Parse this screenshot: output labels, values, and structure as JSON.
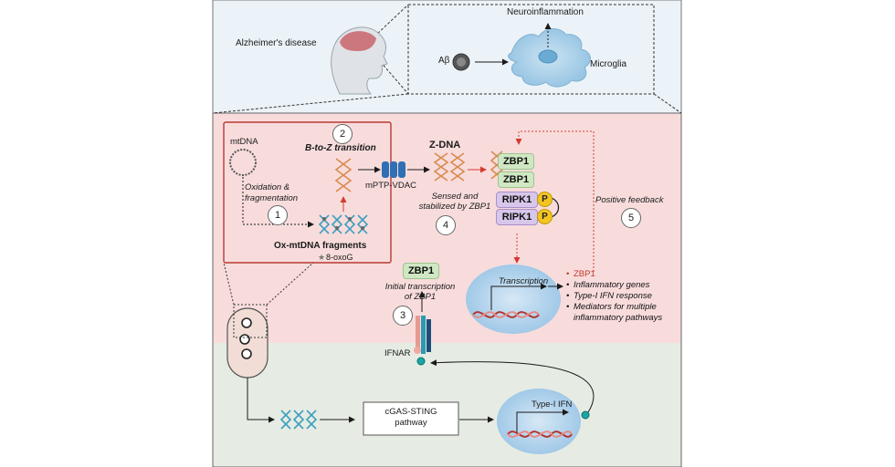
{
  "top": {
    "disease": "Alzheimer's disease",
    "neuroinflammation": "Neuroinflammation",
    "abeta": "Aβ",
    "microglia": "Microglia"
  },
  "pathway": {
    "mtdna": "mtDNA",
    "oxidation": "Oxidation &",
    "fragmentation": "fragmentation",
    "btoz": "B-to-Z transition",
    "ox_fragments": "Ox-mtDNA fragments",
    "oxog": "8-oxoG",
    "mptp": "mPTP-VDAC",
    "zdna": "Z-DNA",
    "sensed1": "Sensed and",
    "sensed2": "stabilized by ZBP1",
    "zbp1": "ZBP1",
    "ripk1": "RIPK1",
    "p": "P",
    "positive_feedback": "Positive feedback",
    "zbp1_box": "ZBP1",
    "initial1": "Initial transcription",
    "initial2": "of ZBP1",
    "transcription": "Transcription",
    "ifnar": "IFNAR",
    "cgas1": "cGAS-STING",
    "cgas2": "pathway",
    "type1": "Type-I IFN"
  },
  "outputs": [
    "ZBP1",
    "Inflammatory genes",
    "Type-I IFN response",
    "Mediators for multiple",
    "inflammatory pathways"
  ],
  "steps": [
    "1",
    "2",
    "3",
    "4",
    "5"
  ],
  "colors": {
    "top_bg": "#ecf3f8",
    "pink_bg": "#f8dcdc",
    "green_bg": "#e6ece3",
    "red_arrow": "#d43a2f",
    "zbp1": "#cfe8c3",
    "ripk1": "#d7c7ea",
    "phospho": "#f2c523"
  }
}
